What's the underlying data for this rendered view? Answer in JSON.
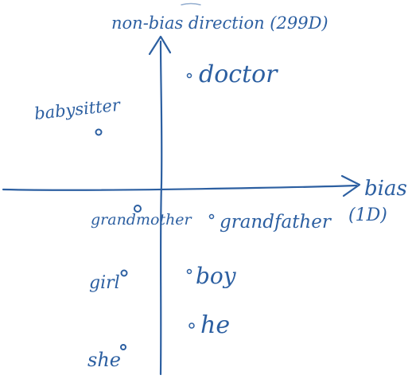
{
  "ink_color": "#2c5fa1",
  "axes": {
    "y_label": "non-bias direction (299D)",
    "x_label": "bias",
    "x_label_dim": "(1D)"
  },
  "words": {
    "doctor": "doctor",
    "babysitter": "babysitter",
    "grandmother": "grandmother",
    "grandfather": "grandfather",
    "girl": "girl",
    "boy": "boy",
    "he": "he",
    "she": "she"
  }
}
